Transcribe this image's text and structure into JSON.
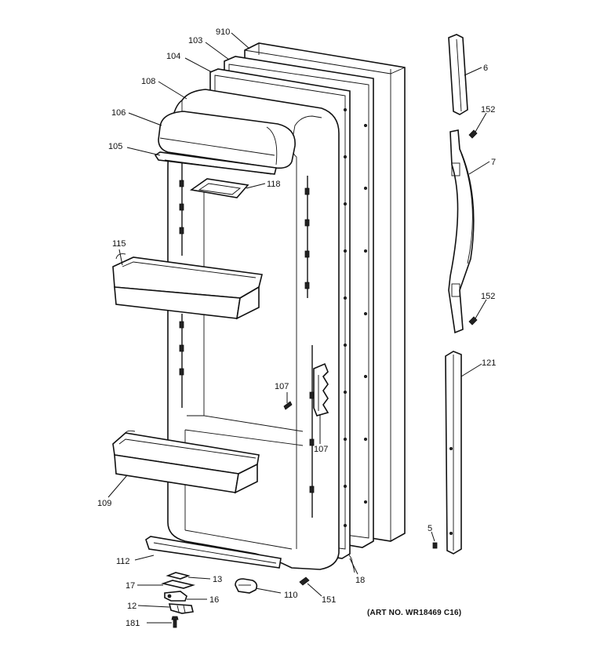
{
  "labels": {
    "p910": "910",
    "p103": "103",
    "p104": "104",
    "p108": "108",
    "p106": "106",
    "p105": "105",
    "p118": "118",
    "p115": "115",
    "p107a": "107",
    "p107b": "107",
    "p109": "109",
    "p112": "112",
    "p13": "13",
    "p17": "17",
    "p16": "16",
    "p12": "12",
    "p181": "181",
    "p110": "110",
    "p151": "151",
    "p18": "18",
    "p6": "6",
    "p152a": "152",
    "p7": "7",
    "p152b": "152",
    "p121": "121",
    "p5": "5"
  },
  "art_number": "(ART NO. WR18469 C16)"
}
